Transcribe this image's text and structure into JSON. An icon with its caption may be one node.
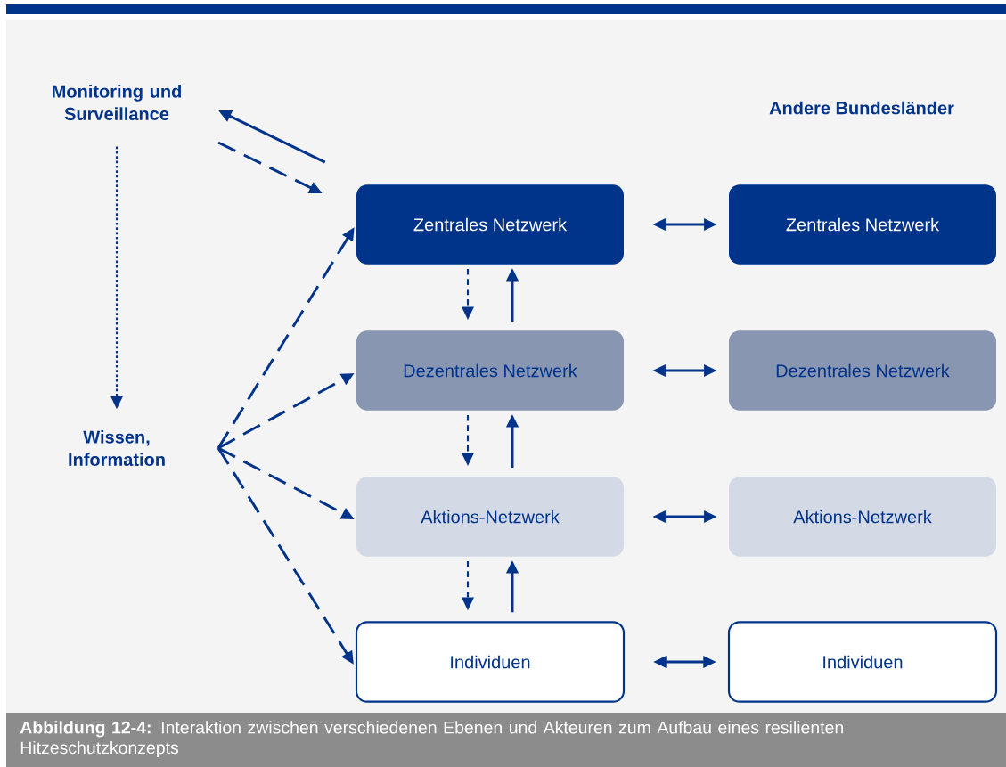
{
  "diagram": {
    "caption": "**Abbildung 12-4:** Interaktion zwischen verschiedenen Ebenen und Akteuren zum Aufbau eines resilienten Hitzeschutzkonzepts",
    "nodes": [
      {
        "text": [
          "Monitoring und Surveillance"
        ]
      },
      {
        "text": [
          "Wissen, Information"
        ]
      },
      {
        "text": [
          "Zentrales Netzwerk"
        ]
      },
      {
        "text": [
          "Dezentrales Netzwerk"
        ]
      },
      {
        "text": [
          "Aktions-Netzwerk"
        ]
      },
      {
        "text": [
          "Individuen"
        ]
      },
      {
        "text": [
          "Zentrales Netzwerk"
        ]
      },
      {
        "text": [
          "Dezentrales Netzwerk"
        ]
      },
      {
        "text": [
          "Aktions-Netzwerk"
        ]
      },
      {
        "text": [
          "Individuen"
        ]
      }
    ],
    "edges": [
      {
        "from": 2,
        "to": 0,
        "arrow": "to"
      },
      {
        "from": 0,
        "to": 2,
        "arrow": "to",
        "style": "dashed"
      },
      {
        "from": 0,
        "to": 1,
        "arrow": "to",
        "style": "dashed"
      },
      {
        "from": 1,
        "to": 2,
        "arrow": "to",
        "style": "dashed"
      },
      {
        "from": 1,
        "to": 3,
        "arrow": "to",
        "style": "dashed"
      },
      {
        "from": 1,
        "to": 4,
        "arrow": "to",
        "style": "dashed"
      },
      {
        "from": 1,
        "to": 5,
        "arrow": "to",
        "style": "dashed"
      },
      {
        "from": 2,
        "to": 3,
        "arrow": "to",
        "style": "dashed"
      },
      {
        "from": 3,
        "to": 2,
        "arrow": "to"
      },
      {
        "from": 3,
        "to": 4,
        "arrow": "to",
        "style": "dashed"
      },
      {
        "from": 4,
        "to": 3,
        "arrow": "to"
      },
      {
        "from": 4,
        "to": 5,
        "arrow": "to",
        "style": "dashed"
      },
      {
        "from": 5,
        "to": 4,
        "arrow": "to"
      },
      {
        "from": 2,
        "to": 6,
        "arrow": "both"
      },
      {
        "from": 3,
        "to": 7,
        "arrow": "both"
      },
      {
        "from": 4,
        "to": 8,
        "arrow": "both"
      },
      {
        "from": 5,
        "to": 9,
        "arrow": "both"
      }
    ],
    "labels": [
      "Andere Bundesländer"
    ]
  }
}
